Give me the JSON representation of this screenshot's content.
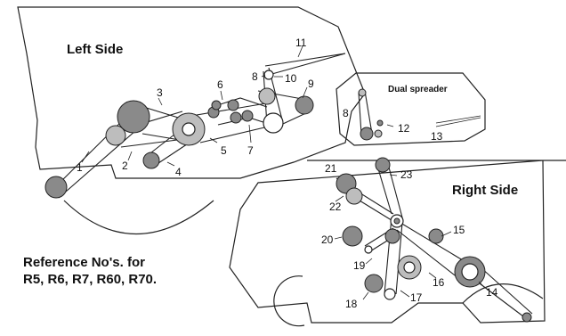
{
  "left_panel": {
    "title": "Left Side"
  },
  "right_panel": {
    "title": "Right Side"
  },
  "spreader_panel": {
    "title": "Dual spreader"
  },
  "reference_note": {
    "line1": "Reference No's. for",
    "line2": "R5, R6, R7, R60, R70."
  },
  "callouts": {
    "c1": "1",
    "c2": "2",
    "c3": "3",
    "c4": "4",
    "c5": "5",
    "c6": "6",
    "c7": "7",
    "c8": "8",
    "c9": "9",
    "c10": "10",
    "c11": "11",
    "s8": "8",
    "c12": "12",
    "c13": "13",
    "c14": "14",
    "c15": "15",
    "c16": "16",
    "c17": "17",
    "c18": "18",
    "c19": "19",
    "c20": "20",
    "c21": "21",
    "c22": "22",
    "c23": "23"
  }
}
